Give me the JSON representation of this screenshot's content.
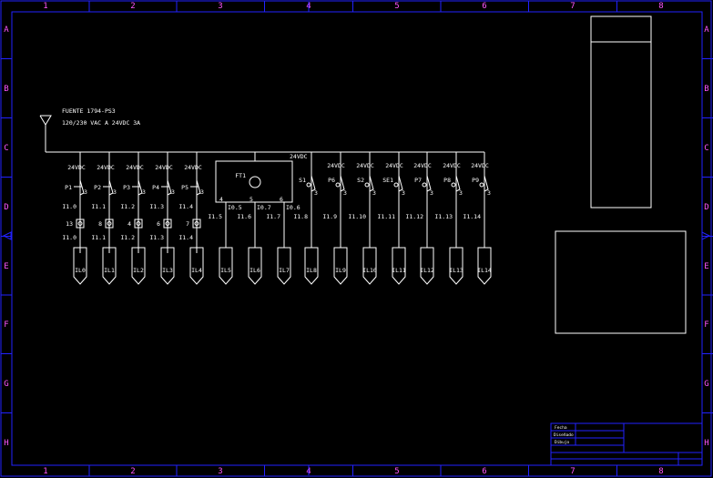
{
  "frame": {
    "columns": [
      "1",
      "2",
      "3",
      "4",
      "5",
      "6",
      "7",
      "8"
    ],
    "rows": [
      "A",
      "B",
      "C",
      "D",
      "E",
      "F",
      "G",
      "H"
    ],
    "colors": {
      "border": "#2222ff",
      "grid_labels": "#ff55ff",
      "drawing": "#ffffff",
      "background": "#000000"
    }
  },
  "power": {
    "title": "FUENTE 1794-PS3",
    "subtitle": "120/230 VAC A 24VDC 3A",
    "supply_label": "24VDC"
  },
  "group1": {
    "voltage_labels": [
      "24VDC",
      "24VDC",
      "24VDC",
      "24VDC",
      "24VDC"
    ],
    "buttons": [
      "P1",
      "P2",
      "P3",
      "P4",
      "P5"
    ],
    "button_pins": [
      "3",
      "3",
      "3",
      "3",
      "3"
    ],
    "inputs_top": [
      "I1.0",
      "I1.1",
      "I1.2",
      "I1.3",
      "I1.4"
    ],
    "pilot_numbers": [
      "13",
      "8",
      "4",
      "6",
      "7"
    ],
    "inputs_bottom": [
      "I1.0",
      "I1.1",
      "I1.2",
      "I1.3",
      "I1.4"
    ],
    "terminals": [
      "IL0",
      "IL1",
      "IL2",
      "IL3",
      "IL4"
    ]
  },
  "relay": {
    "name": "FT1",
    "pins": [
      "4",
      "5",
      "6"
    ],
    "outputs": [
      "I0.5",
      "I0.7",
      "I0.6"
    ],
    "inputs": [
      "I1.5",
      "I1.6",
      "I1.7"
    ],
    "terminals": [
      "IL5",
      "IL6",
      "IL7"
    ]
  },
  "group2": {
    "voltage_labels": [
      "24VDC",
      "24VDC",
      "24VDC",
      "24VDC",
      "24VDC",
      "24VDC"
    ],
    "devices": [
      "S1",
      "P6",
      "S2",
      "SE1",
      "P7",
      "P8",
      "P9"
    ],
    "inputs": [
      "I1.8",
      "I1.9",
      "I1.10",
      "I1.11",
      "I1.12",
      "I1.13",
      "I1.14"
    ],
    "terminals": [
      "IL8",
      "IL9",
      "IL10",
      "IL11",
      "IL12",
      "IL13",
      "IL14"
    ]
  },
  "title_block": {
    "rows": [
      "Fecha",
      "Diseñado",
      "Dibujo"
    ]
  }
}
